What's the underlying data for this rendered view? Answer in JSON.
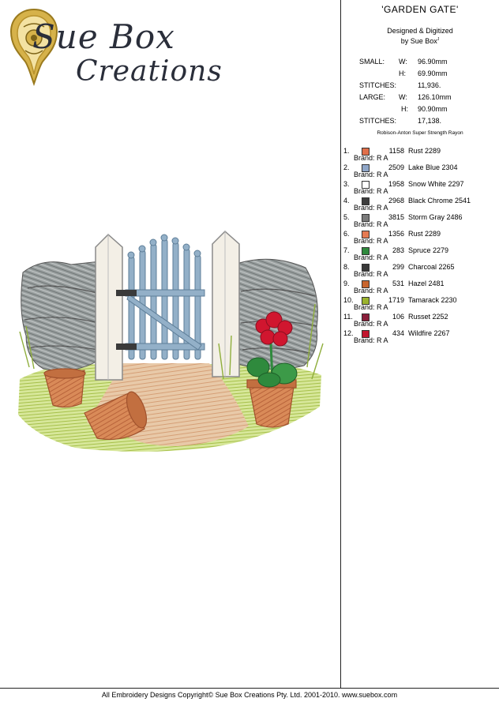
{
  "logo": {
    "line1": "Sue Box",
    "line2": "Creations"
  },
  "design": {
    "title": "'GARDEN GATE'",
    "designed_by_line1": "Designed & Digitized",
    "designed_by_line2": "by Sue Box",
    "small_label": "SMALL:",
    "small_w_label": "W:",
    "small_w": "96.90mm",
    "small_h_label": "H:",
    "small_h": "69.90mm",
    "small_stitches_label": "STITCHES:",
    "small_stitches": "11,936.",
    "large_label": "LARGE:",
    "large_w_label": "W:",
    "large_w": "126.10mm",
    "large_h_label": "H:",
    "large_h": "90.90mm",
    "large_stitches_label": "STITCHES:",
    "large_stitches": "17,138.",
    "thread": "Robison-Anton Super Strength Rayon"
  },
  "colors": [
    {
      "num": "1.",
      "code": "1158",
      "name": "Rust 2289",
      "brand": "Brand: R A",
      "hex": "#e06f4a"
    },
    {
      "num": "2.",
      "code": "2509",
      "name": "Lake Blue 2304",
      "brand": "Brand: R A",
      "hex": "#8fa6c8"
    },
    {
      "num": "3.",
      "code": "1958",
      "name": "Snow White 2297",
      "brand": "Brand: R A",
      "hex": "#ffffff"
    },
    {
      "num": "4.",
      "code": "2968",
      "name": "Black Chrome 2541",
      "brand": "Brand: R A",
      "hex": "#3d3d3d"
    },
    {
      "num": "5.",
      "code": "3815",
      "name": "Storm Gray 2486",
      "brand": "Brand: R A",
      "hex": "#7a7a7a"
    },
    {
      "num": "6.",
      "code": "1356",
      "name": "Rust 2289",
      "brand": "Brand: R A",
      "hex": "#e57a52"
    },
    {
      "num": "7.",
      "code": "283",
      "name": "Spruce 2279",
      "brand": "Brand: R A",
      "hex": "#2f8a3d"
    },
    {
      "num": "8.",
      "code": "299",
      "name": "Charcoal 2265",
      "brand": "Brand: R A",
      "hex": "#3a3a3a"
    },
    {
      "num": "9.",
      "code": "531",
      "name": "Hazel 2481",
      "brand": "Brand: R A",
      "hex": "#c8652e"
    },
    {
      "num": "10.",
      "code": "1719",
      "name": "Tamarack 2230",
      "brand": "Brand: R A",
      "hex": "#9bb32e"
    },
    {
      "num": "11.",
      "code": "106",
      "name": "Russet 2252",
      "brand": "Brand: R A",
      "hex": "#8a1f3b"
    },
    {
      "num": "12.",
      "code": "434",
      "name": "Wildfire 2267",
      "brand": "Brand: R A",
      "hex": "#c2152e"
    }
  ],
  "footer": "All Embroidery Designs Copyright© Sue Box Creations Pty. Ltd. 2001-2010. www.suebox.com"
}
